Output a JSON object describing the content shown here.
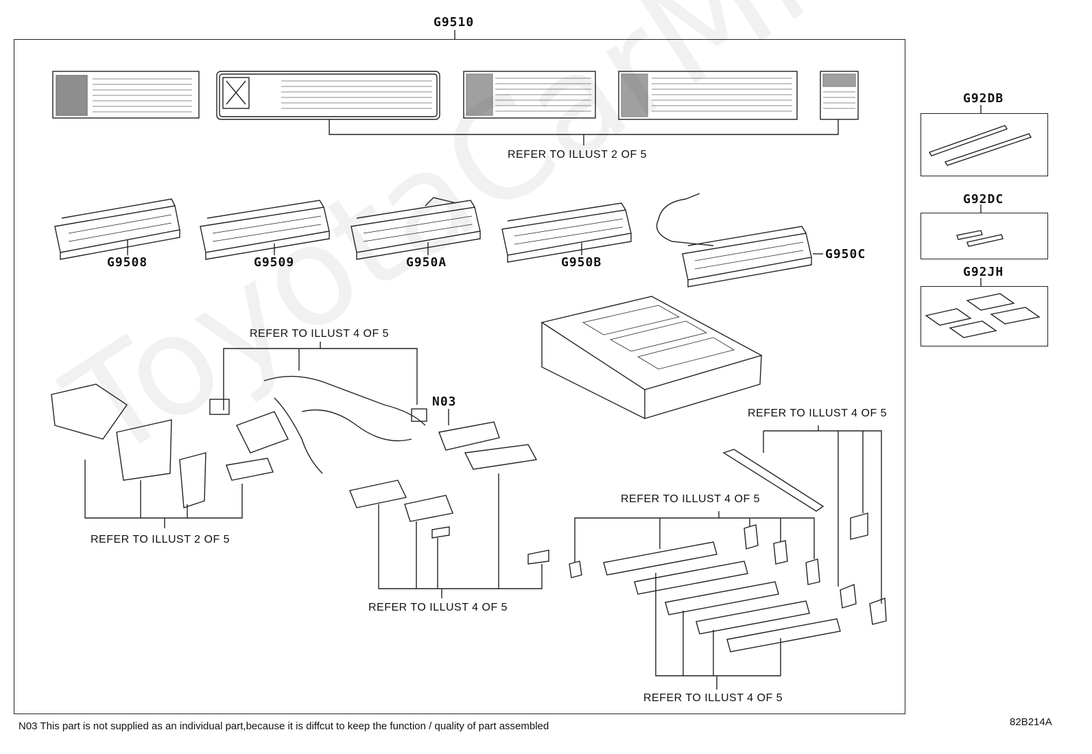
{
  "main_code": "G9510",
  "side_codes": {
    "top": "G92DB",
    "middle": "G92DC",
    "bottom": "G92JH"
  },
  "module_codes": [
    "G9508",
    "G9509",
    "G950A",
    "G950B",
    "G950C"
  ],
  "n03_label": "N03",
  "refs": {
    "labels_2of5": "REFER TO ILLUST 2 OF 5",
    "harness_4of5": "REFER TO ILLUST 4 OF 5",
    "ducts_2of5": "REFER TO ILLUST 2 OF 5",
    "brackets_4of5": "REFER TO ILLUST 4 OF 5",
    "bar_4of5": "REFER TO ILLUST 4 OF 5",
    "rails_4of5": "REFER TO ILLUST 4 OF 5",
    "rails_bottom_4of5": "REFER TO ILLUST 4 OF 5"
  },
  "footnote": "N03 This part is not supplied as an  individual part,because it is diffcut to keep the function / quality of part assembled",
  "diagram_id": "82B214A",
  "watermark": "ToyotaCarMine.ru"
}
